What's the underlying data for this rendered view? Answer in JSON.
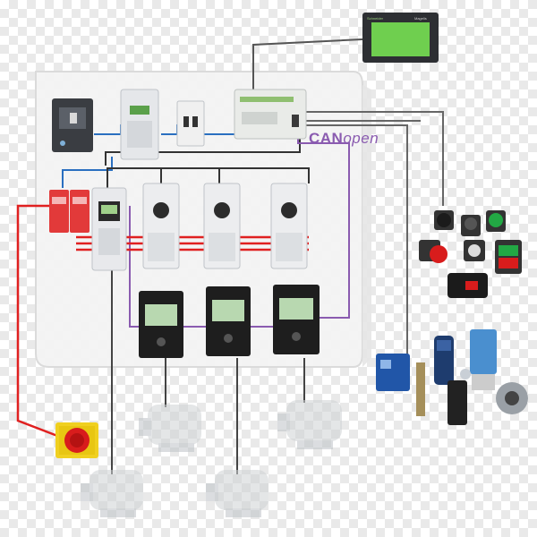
{
  "diagram": {
    "network_label_strong": "CAN",
    "network_label_light": "open",
    "hmi_brand": "Schneider",
    "hmi_model": "Magelis",
    "colors": {
      "panel": "#f3f3f3",
      "can_bus": "#8a5bb0",
      "power_line": "#e02020",
      "ethernet": "#2a6fc0",
      "signal": "#444444",
      "device_body": "#e9eaec",
      "drive_body": "#1d1d1d",
      "drive_display": "#b8d8b0",
      "hmi_screen": "#6fcf4f",
      "emergency_red": "#d81c1c",
      "estop_yellow": "#f0d020",
      "sensor_blue": "#2156a8",
      "motor_grey": "#cfd2d5"
    }
  }
}
